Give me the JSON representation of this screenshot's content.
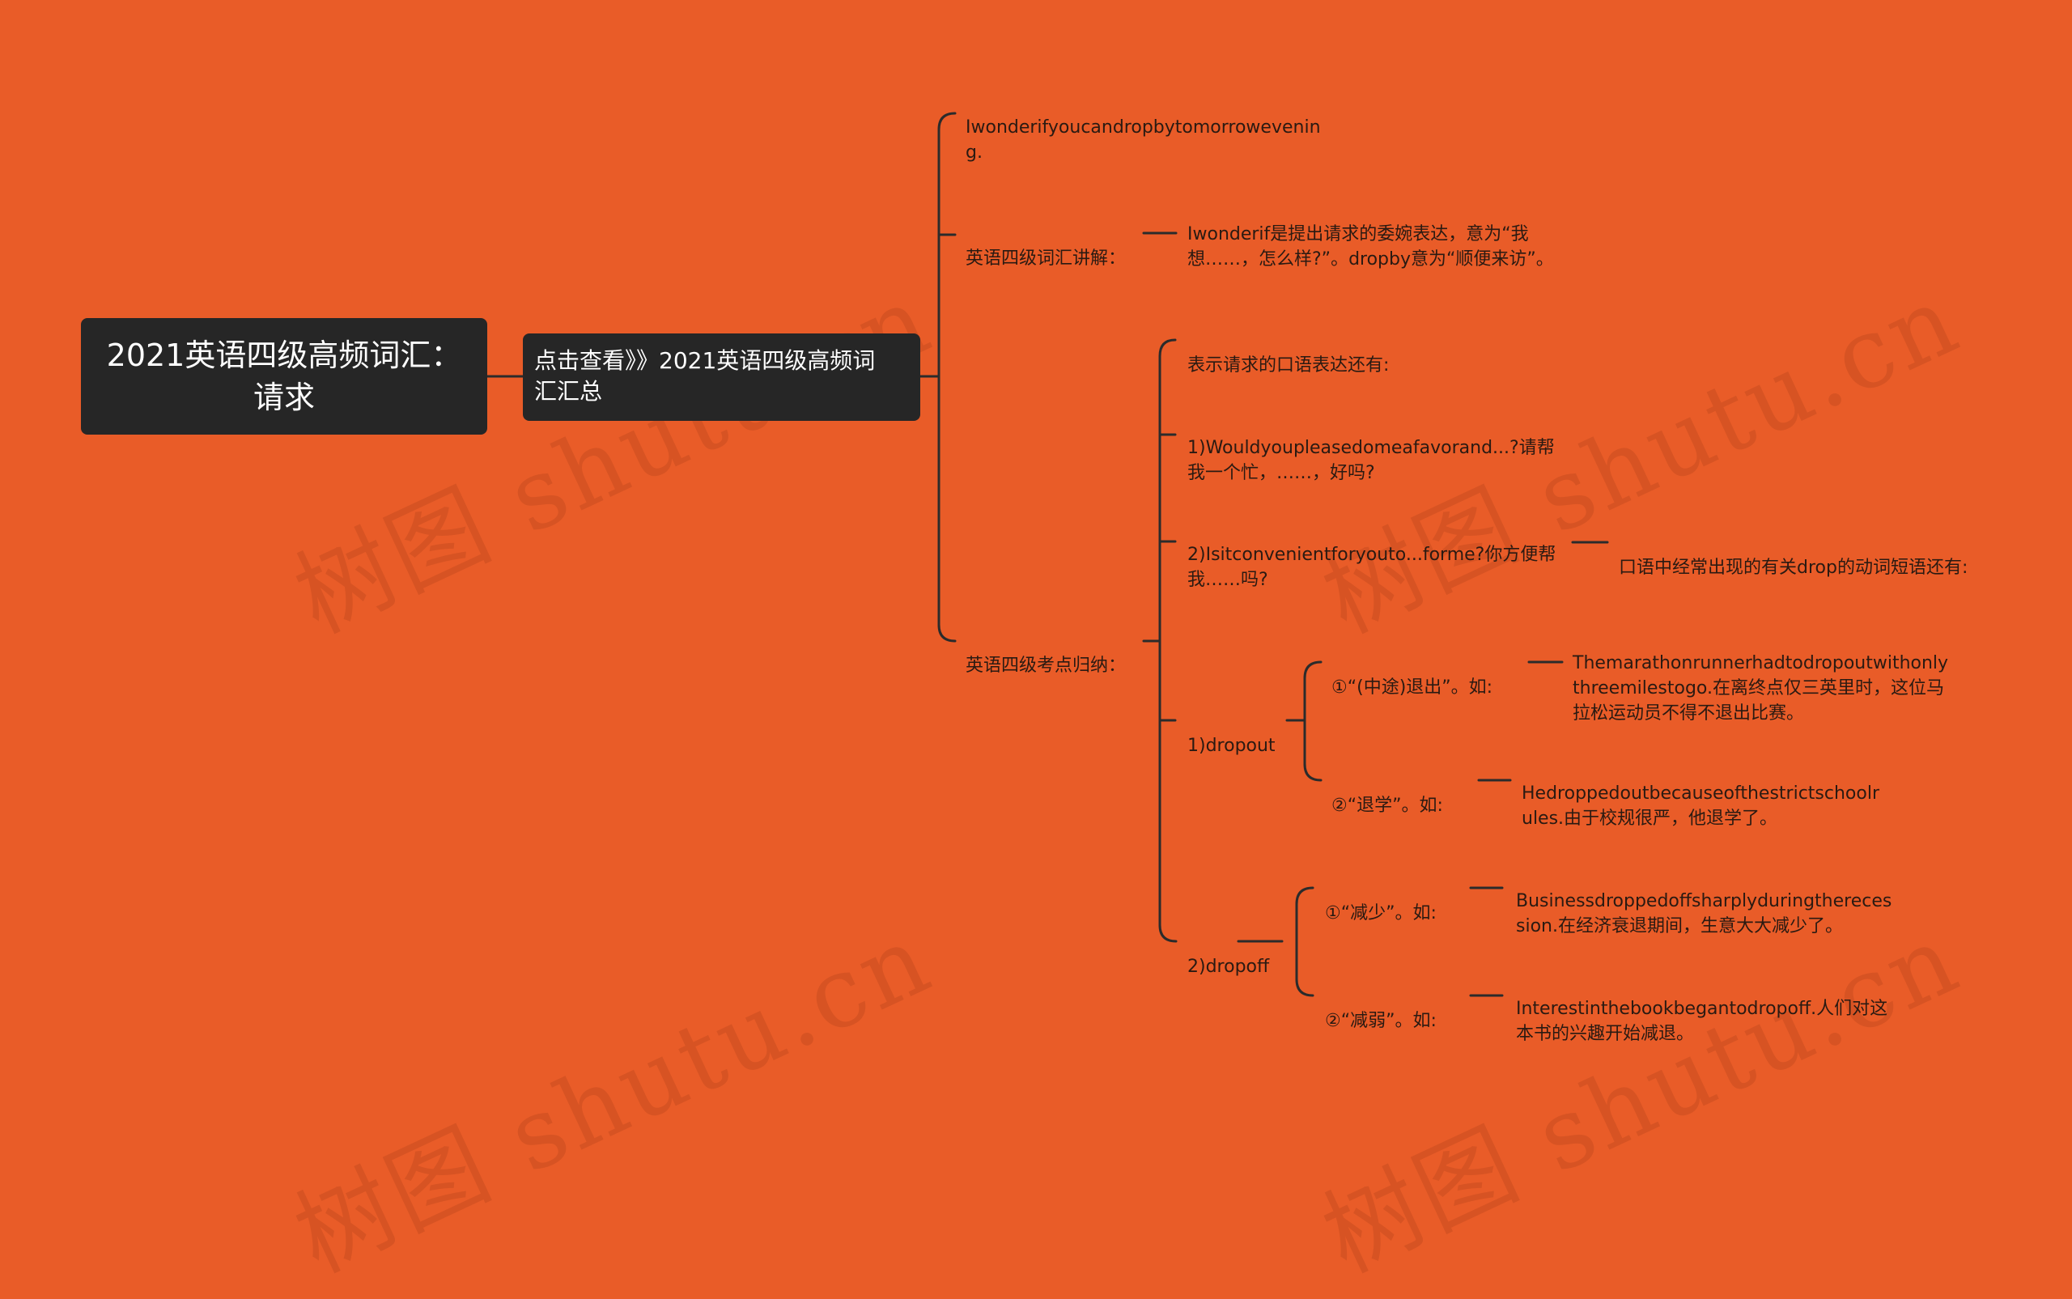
{
  "watermarks": [
    "树图 shutu.cn",
    "树图 shutu.cn",
    "树图 shutu.cn",
    "树图 shutu.cn"
  ],
  "root": {
    "label": "2021英语四级高频词汇：\n请求"
  },
  "sub": {
    "label": "点击查看》》2021英语四级高频词\n汇汇总"
  },
  "branches": {
    "sentence": "Iwonderifyoucandropbytomorroweveni​ng.",
    "explain_label": "英语四级词汇讲解：",
    "explain_text": "Iwonderif是提出请求的委婉表达，意为“我想……，怎么样?”。dropby意为“顺便来访”。",
    "summary_label": "英语四级考点归纳：",
    "summary": {
      "intro": "表示请求的口语表达还有:",
      "item1": "1)Wouldyoupleasedomeafavorand...?请帮我一个忙，……，好吗?",
      "item2": "2)Isitconvenientforyouto...forme?你方便帮我……吗?",
      "item2_note": "口语中经常出现的有关drop的动词短语还有:",
      "dropout": {
        "label": "1)dropout",
        "sense1": "①“(中途)退出”。如:",
        "sense1_example": "Themarathonrunnerhadtodropoutwithonlythreemilestogo.在离终点仅三英里时，这位马拉松运动员不得不退出比赛。",
        "sense2": "②“退学”。如:",
        "sense2_example": "Hedroppedoutbecauseofthestrictschoolrules.由于校规很严，他退学了。"
      },
      "dropoff": {
        "label": "2)dropoff",
        "sense1": "①“减少”。如:",
        "sense1_example": "Businessdroppedoffsharplyduringtherecession.在经济衰退期间，生意大大减少了。",
        "sense2": "②“减弱”。如:",
        "sense2_example": "Interestinthebookbegantodropoff.人们对这本书的兴趣开始减退。"
      }
    }
  }
}
